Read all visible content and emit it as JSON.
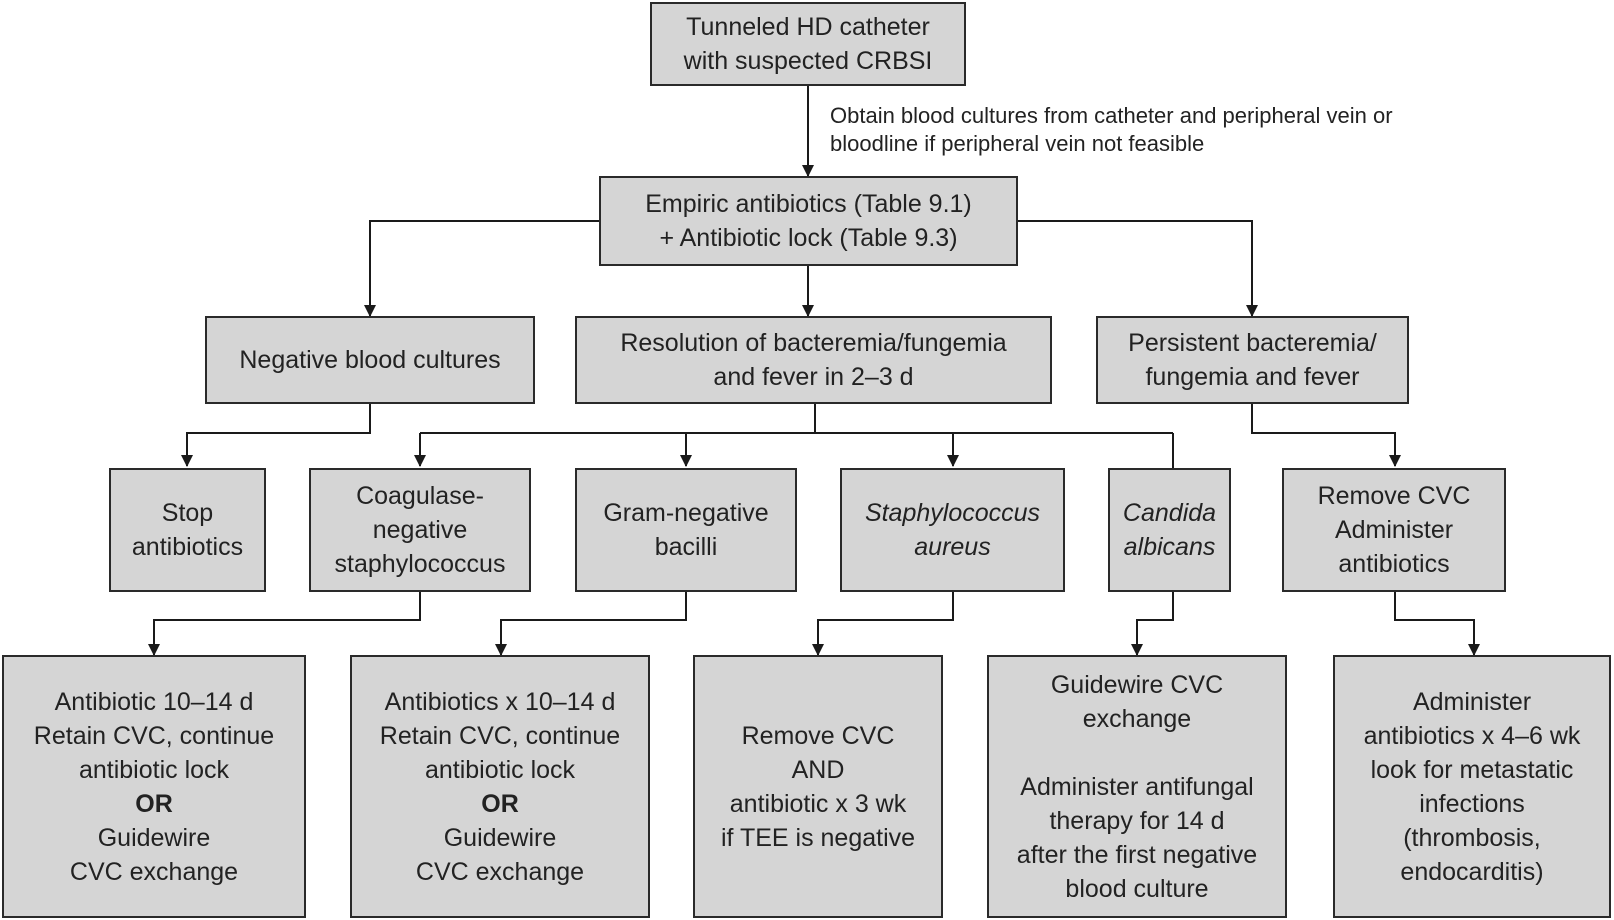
{
  "nodes": {
    "root": [
      "Tunneled HD catheter",
      "with suspected CRBSI"
    ],
    "empiric": [
      "Empiric antibiotics (Table 9.1)",
      "+ Antibiotic lock (Table 9.3)"
    ],
    "negative": [
      "Negative blood cultures"
    ],
    "resolution": [
      "Resolution of bacteremia/fungemia",
      "and fever in 2–3 d"
    ],
    "persistent": [
      "Persistent bacteremia/",
      "fungemia and fever"
    ],
    "stop": [
      "Stop",
      "antibiotics"
    ],
    "cons": [
      "Coagulase-",
      "negative",
      "staphylococcus"
    ],
    "gnb": [
      "Gram-negative",
      "bacilli"
    ],
    "saureus": [
      "Staphylococcus",
      "aureus"
    ],
    "candida": [
      "Candida",
      "albicans"
    ],
    "remove_cvc": [
      "Remove CVC",
      "Administer",
      "antibiotics"
    ],
    "cons_tx": {
      "lines_a": [
        "Antibiotic 10–14 d",
        "Retain CVC, continue",
        "antibiotic lock"
      ],
      "or": "OR",
      "lines_b": [
        "Guidewire",
        "CVC exchange"
      ]
    },
    "gnb_tx": {
      "lines_a": [
        "Antibiotics x 10–14 d",
        "Retain CVC, continue",
        "antibiotic lock"
      ],
      "or": "OR",
      "lines_b": [
        "Guidewire",
        "CVC exchange"
      ]
    },
    "saureus_tx": [
      "Remove CVC",
      "AND",
      "antibiotic x 3 wk",
      "if TEE is negative"
    ],
    "candida_tx": {
      "lines_a": [
        "Guidewire CVC",
        "exchange"
      ],
      "lines_b": [
        "Administer antifungal",
        "therapy for 14 d",
        "after the first negative",
        "blood culture"
      ]
    },
    "persistent_tx": [
      "Administer",
      "antibiotics x 4–6 wk",
      "look for metastatic",
      "infections",
      "(thrombosis,",
      "endocarditis)"
    ]
  },
  "annotation": [
    "Obtain blood cultures from catheter and peripheral vein or",
    "bloodline if peripheral vein not feasible"
  ],
  "colors": {
    "box_fill": "#d5d5d5",
    "border": "#2a2a2a",
    "line": "#1a1a1a",
    "text": "#222222"
  }
}
